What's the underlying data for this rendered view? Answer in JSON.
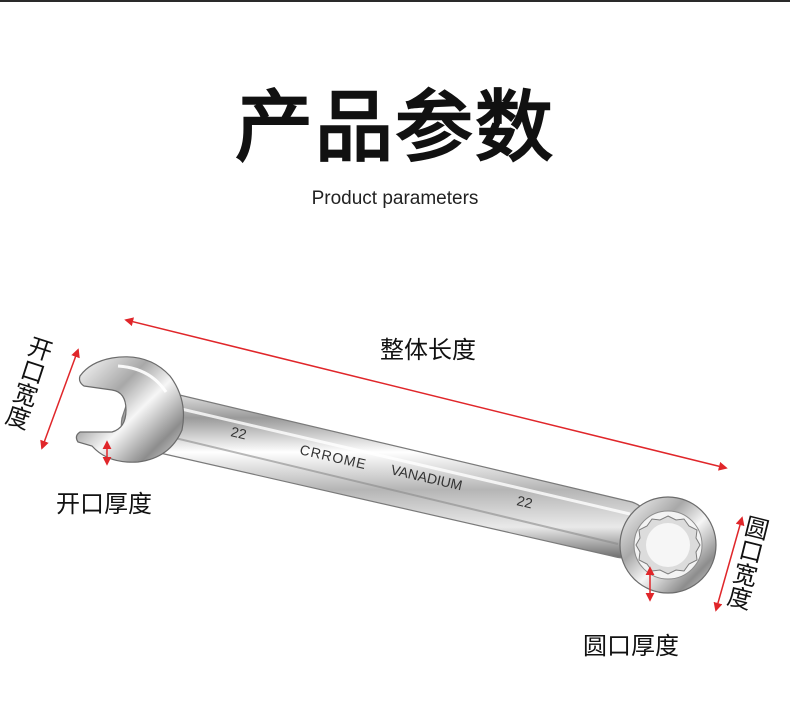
{
  "header": {
    "title": "产品参数",
    "subtitle": "Product parameters"
  },
  "labels": {
    "total_length": "整体长度",
    "open_end_width": "开口宽度",
    "open_end_thickness": "开口厚度",
    "ring_end_width": "圆口宽度",
    "ring_end_thickness": "圆口厚度"
  },
  "wrench_markings": {
    "size_open_end": "22",
    "brand_left": "CRROME",
    "brand_right": "VANADIUM",
    "size_ring_end": "22"
  },
  "colors": {
    "dimension_arrow": "#e0262a",
    "text": "#111111"
  }
}
